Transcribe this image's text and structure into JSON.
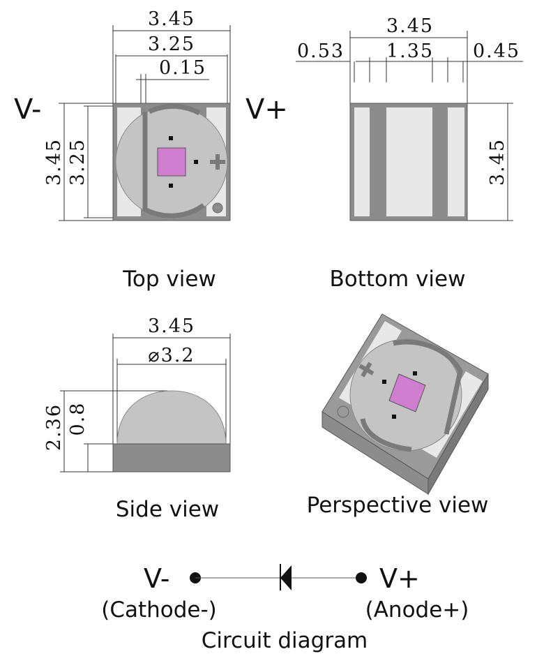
{
  "top_view": {
    "label": "Top view",
    "pin_left": "V-",
    "pin_right": "V+",
    "dim_width_outer": "3.45",
    "dim_width_inner": "3.25",
    "dim_gap": "0.15",
    "dim_height_outer": "3.45",
    "dim_height_inner": "3.25"
  },
  "bottom_view": {
    "label": "Bottom view",
    "dim_width": "3.45",
    "dim_left_pad": "0.53",
    "dim_center_pad": "1.35",
    "dim_right_pad": "0.45",
    "dim_height": "3.45"
  },
  "side_view": {
    "label": "Side view",
    "dim_width": "3.45",
    "dim_dome": "⌀3.2",
    "dim_total_height": "2.36",
    "dim_dome_height": "0.8"
  },
  "perspective_view": {
    "label": "Perspective view"
  },
  "circuit": {
    "label": "Circuit diagram",
    "cathode_symbol": "V-",
    "cathode_label": "(Cathode-)",
    "anode_symbol": "V+",
    "anode_label": "(Anode+)"
  },
  "colors": {
    "body": "#8c8c8c",
    "pad": "#e8e8e8",
    "lens": "#c4c4c4",
    "chip": "#d07ed0"
  }
}
